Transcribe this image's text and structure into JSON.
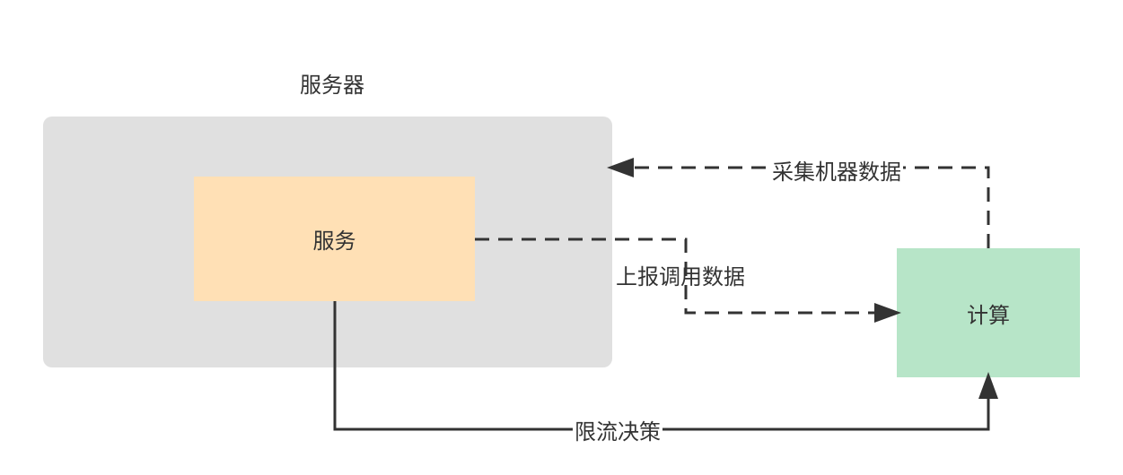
{
  "group": {
    "title": "服务器",
    "fill_color": "#e0e0e0"
  },
  "nodes": {
    "service": {
      "label": "服务",
      "fill_color": "#ffe0b5"
    },
    "compute": {
      "label": "计算",
      "fill_color": "#b7e5c8"
    }
  },
  "edges": {
    "collect_machine_data": {
      "label": "采集机器数据",
      "style": "dashed",
      "from": "计算",
      "to": "服务器"
    },
    "report_call_data": {
      "label": "上报调用数据",
      "style": "dashed",
      "from": "服务",
      "to": "计算"
    },
    "rate_limit_decision": {
      "label": "限流决策",
      "style": "solid",
      "from": "服务",
      "to": "计算"
    }
  },
  "colors": {
    "line": "#333333",
    "text": "#333333"
  }
}
